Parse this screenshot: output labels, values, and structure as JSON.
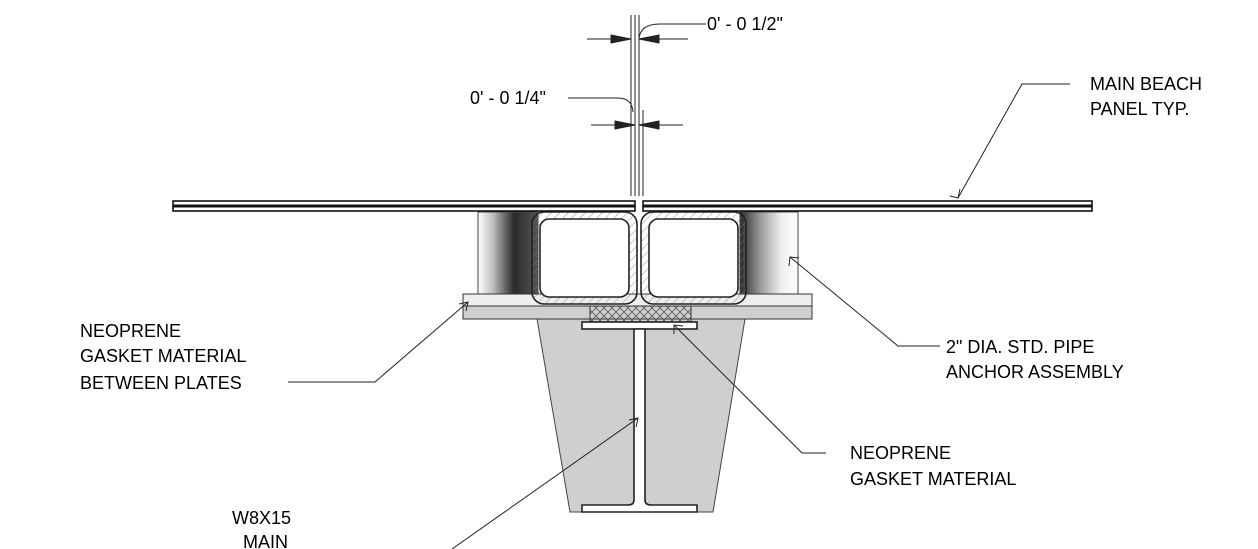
{
  "dimensions": {
    "top_gap": "0' - 0 1/2\"",
    "bottom_gap": "0' - 0 1/4\""
  },
  "labels": {
    "main_beach_panel": [
      "MAIN BEACH",
      "PANEL TYP."
    ],
    "pipe_anchor": [
      "2\" DIA. STD. PIPE",
      "ANCHOR ASSEMBLY"
    ],
    "neoprene_between_plates": [
      "NEOPRENE",
      "GASKET MATERIAL",
      "BETWEEN PLATES"
    ],
    "neoprene_gasket": [
      "NEOPRENE",
      "GASKET MATERIAL"
    ],
    "beam": [
      "W8X15",
      "MAIN"
    ]
  }
}
